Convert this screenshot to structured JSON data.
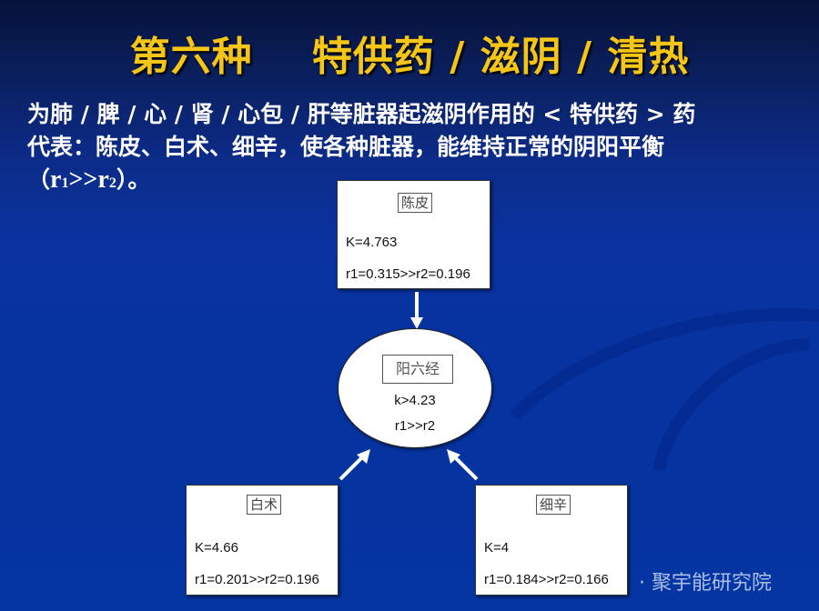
{
  "slide": {
    "title": "第六种    特供药 / 滋阴 / 清热",
    "description": {
      "line1": "为肺 / 脾 / 心 / 肾 / 心包 / 肝等脏器起滋阴作用的 < 特供药 > 药",
      "line2": "代表：陈皮、白术、细辛，使各种脏器，能维持正常的阴阳平衡",
      "line3_open": "（",
      "line3_r1": "r",
      "line3_r1_sub": "1",
      "line3_gt": ">>",
      "line3_r2": "r",
      "line3_r2_sub": "2",
      "line3_close": "）。"
    },
    "colors": {
      "title": "#f5c518",
      "background_top": "#06123a",
      "background_bottom": "#0535a2",
      "text": "#ffffff"
    }
  },
  "diagram": {
    "top_node": {
      "name": "陈皮",
      "k": "K=4.763",
      "r": "r1=0.315>>r2=0.196"
    },
    "center_node": {
      "name": "阳六经",
      "k": "k>4.23",
      "r": "r1>>r2"
    },
    "left_node": {
      "name": "白术",
      "k": "K=4.66",
      "r": "r1=0.201>>r2=0.196"
    },
    "right_node": {
      "name": "细辛",
      "k": "K=4",
      "r": "r1=0.184>>r2=0.166"
    }
  },
  "watermark": {
    "text": "· 聚宇能研究院"
  }
}
